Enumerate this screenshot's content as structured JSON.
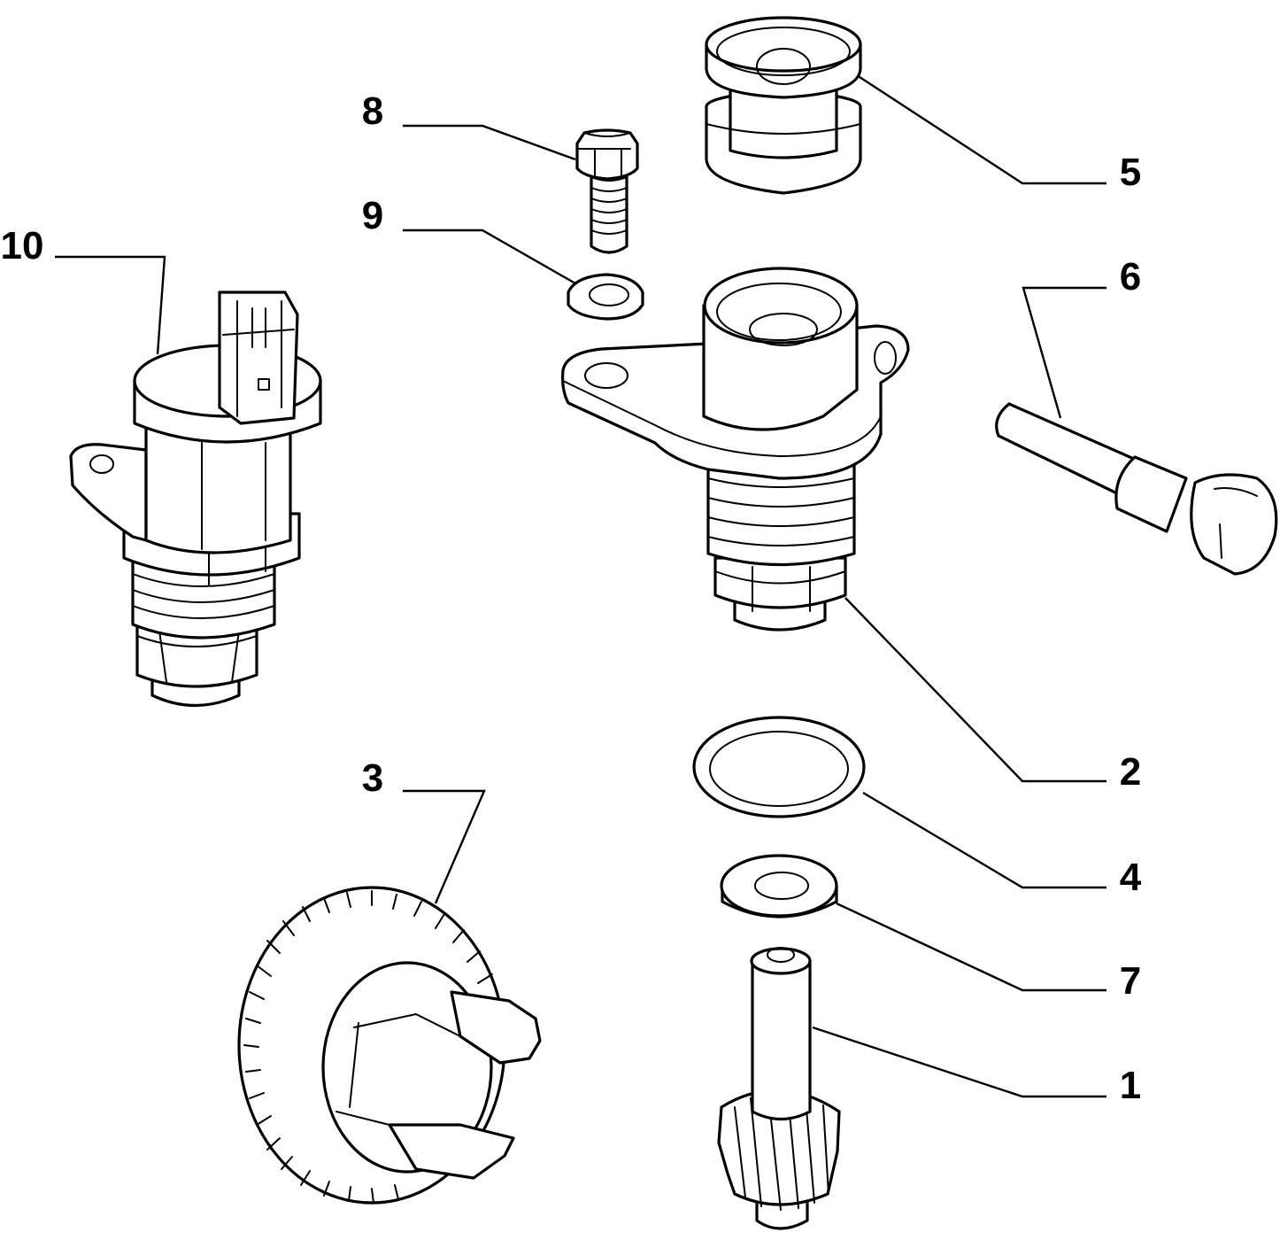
{
  "callouts": [
    {
      "id": "c1",
      "number": "1",
      "part": "pinion-shaft"
    },
    {
      "id": "c2",
      "number": "2",
      "part": "sensor-housing"
    },
    {
      "id": "c3",
      "number": "3",
      "part": "driven-gear"
    },
    {
      "id": "c4",
      "number": "4",
      "part": "o-ring"
    },
    {
      "id": "c5",
      "number": "5",
      "part": "cap-bushing"
    },
    {
      "id": "c6",
      "number": "6",
      "part": "plug-pin"
    },
    {
      "id": "c7",
      "number": "7",
      "part": "washer"
    },
    {
      "id": "c8",
      "number": "8",
      "part": "bolt"
    },
    {
      "id": "c9",
      "number": "9",
      "part": "gasket-washer"
    },
    {
      "id": "c10",
      "number": "10",
      "part": "speed-sensor"
    }
  ],
  "colors": {
    "ink": "#000000",
    "paper": "#ffffff"
  }
}
